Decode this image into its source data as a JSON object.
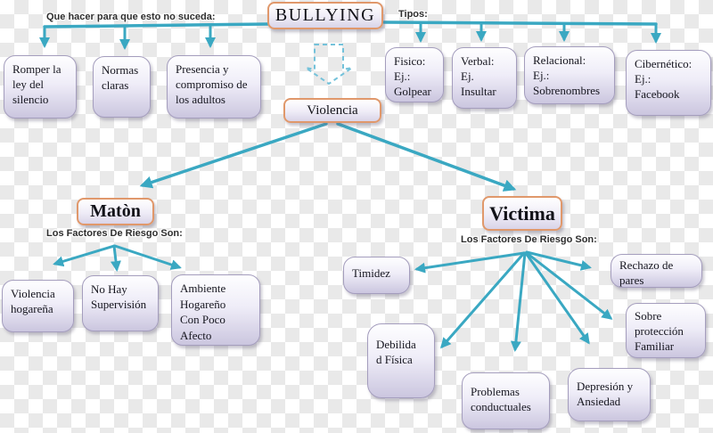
{
  "colors": {
    "arrow_teal": "#3aa8c2",
    "dashed_arrow_blue": "#74c2da",
    "hub_border_orange": "#e0986b",
    "node_border_purple": "#a49dbd",
    "node_fill_bottom": "#cbc6df",
    "checker_gray": "#e9e9e9"
  },
  "labels": {
    "prevention": "Que hacer para que esto no suceda:",
    "types": "Tipos:",
    "maton_risk": "Los Factores De Riesgo Son:",
    "victima_risk": "Los Factores De Riesgo Son:"
  },
  "hubs": {
    "bullying": "BULLYING",
    "violencia": "Violencia",
    "maton": "Matòn",
    "victima": "Victima"
  },
  "prevention": {
    "romper": "Romper la\nley del\nsilencio",
    "normas": "Normas\nclaras",
    "presencia": "Presencia y\ncompromiso de\nlos adultos"
  },
  "types": {
    "fisico": "Fisico:\nEj.:\nGolpear",
    "verbal": "Verbal:\nEj.\nInsultar",
    "relacional": "Relacional:\nEj.:\nSobrenombres",
    "cibernetico": "Cibernético:\nEj.:\nFacebook"
  },
  "maton_factors": {
    "violencia_hogarena": "Violencia\nhogareña",
    "no_supervision": "No Hay\nSupervisión",
    "ambiente": "Ambiente\nHogareño\nCon Poco\nAfecto"
  },
  "victima_factors": {
    "timidez": "Timidez",
    "debilidad": "Debilida\nd Física",
    "problemas": "Problemas\nconductuales",
    "depresion": "Depresión y\nAnsiedad",
    "rechazo": "Rechazo de\npares",
    "sobreproteccion": "Sobre\nprotección\nFamiliar"
  }
}
